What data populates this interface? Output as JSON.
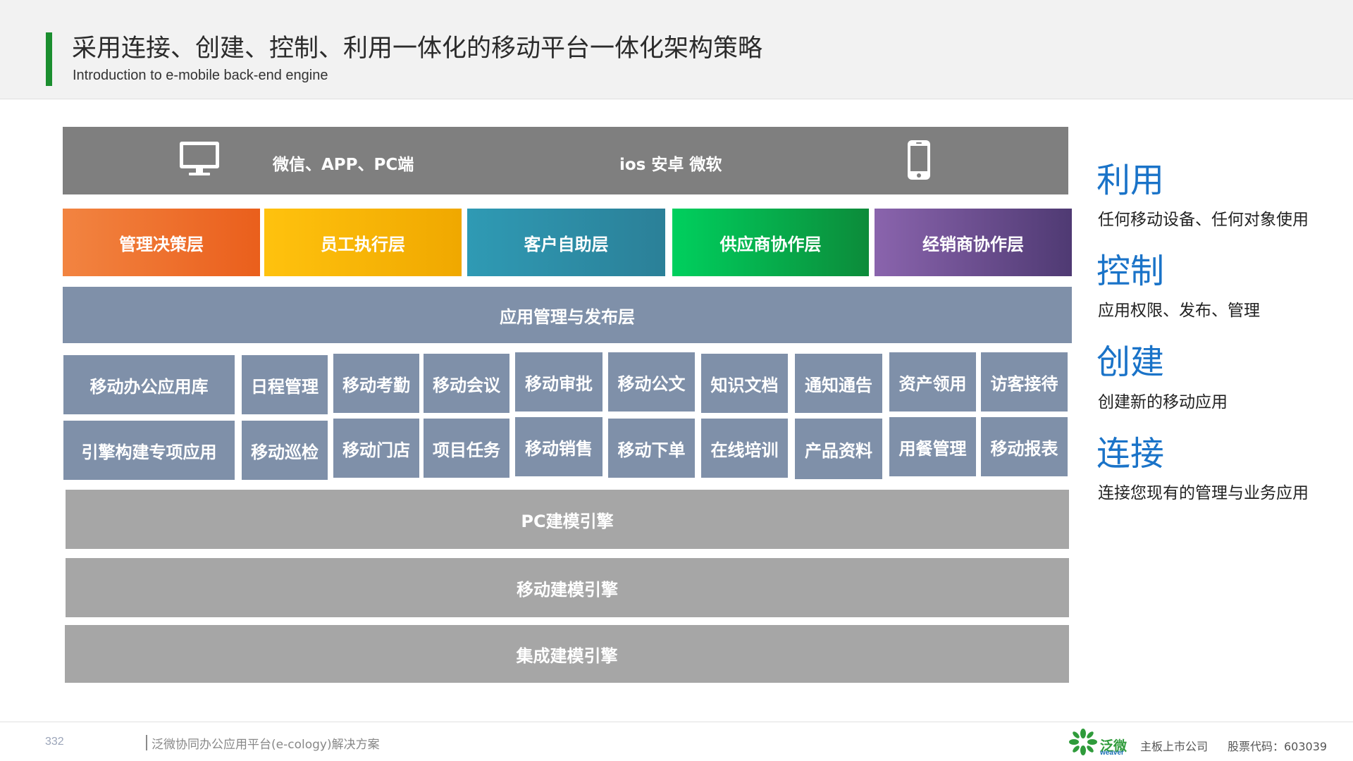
{
  "header": {
    "title": "采用连接、创建、控制、利用一体化的移动平台一体化架构策略",
    "subtitle": "Introduction to e-mobile back-end engine"
  },
  "device_bar": {
    "channels": "微信、APP、PC端",
    "platforms": "ios  安卓 微软",
    "icons": [
      "monitor-icon",
      "mobile-phone-icon"
    ]
  },
  "layers": [
    {
      "label": "管理决策层",
      "color_from": "#f28441",
      "color_to": "#ea5f1c"
    },
    {
      "label": "员工执行层",
      "color_from": "#ffc20e",
      "color_to": "#f0a800"
    },
    {
      "label": "客户自助层",
      "color_from": "#2f9ab4",
      "color_to": "#2b8098"
    },
    {
      "label": "供应商协作层",
      "color_from": "#00d05e",
      "color_to": "#0c8b3a"
    },
    {
      "label": "经销商协作层",
      "color_from": "#8a64ad",
      "color_to": "#4f3a73"
    }
  ],
  "app_layer": "应用管理与发布层",
  "app_rows": [
    [
      "移动办公应用库",
      "日程管理",
      "移动考勤",
      "移动会议",
      "移动审批",
      "移动公文",
      "知识文档",
      "通知通告",
      "资产领用",
      "访客接待"
    ],
    [
      "引擎构建专项应用",
      "移动巡检",
      "移动门店",
      "项目任务",
      "移动销售",
      "移动下单",
      "在线培训",
      "产品资料",
      "用餐管理",
      "移动报表"
    ]
  ],
  "engines": [
    "PC建模引擎",
    "移动建模引擎",
    "集成建模引擎"
  ],
  "sidebar": [
    {
      "heading": "利用",
      "desc": "任何移动设备、任何对象使用"
    },
    {
      "heading": "控制",
      "desc": "应用权限、发布、管理"
    },
    {
      "heading": "创建",
      "desc": "创建新的移动应用"
    },
    {
      "heading": "连接",
      "desc": "连接您现有的管理与业务应用"
    }
  ],
  "footer": {
    "page_number": "332",
    "text": "泛微协同办公应用平台(e-cology)解决方案",
    "brand": "泛微",
    "brand_en": "weaver",
    "company": "主板上市公司",
    "stock": "股票代码：603039"
  },
  "colors": {
    "accent_green": "#1b8e2f",
    "sidebar_blue": "#1a73c8",
    "slate": "#7f90a9",
    "engine_grey": "#a6a6a6",
    "device_grey": "#7f7f7f"
  }
}
